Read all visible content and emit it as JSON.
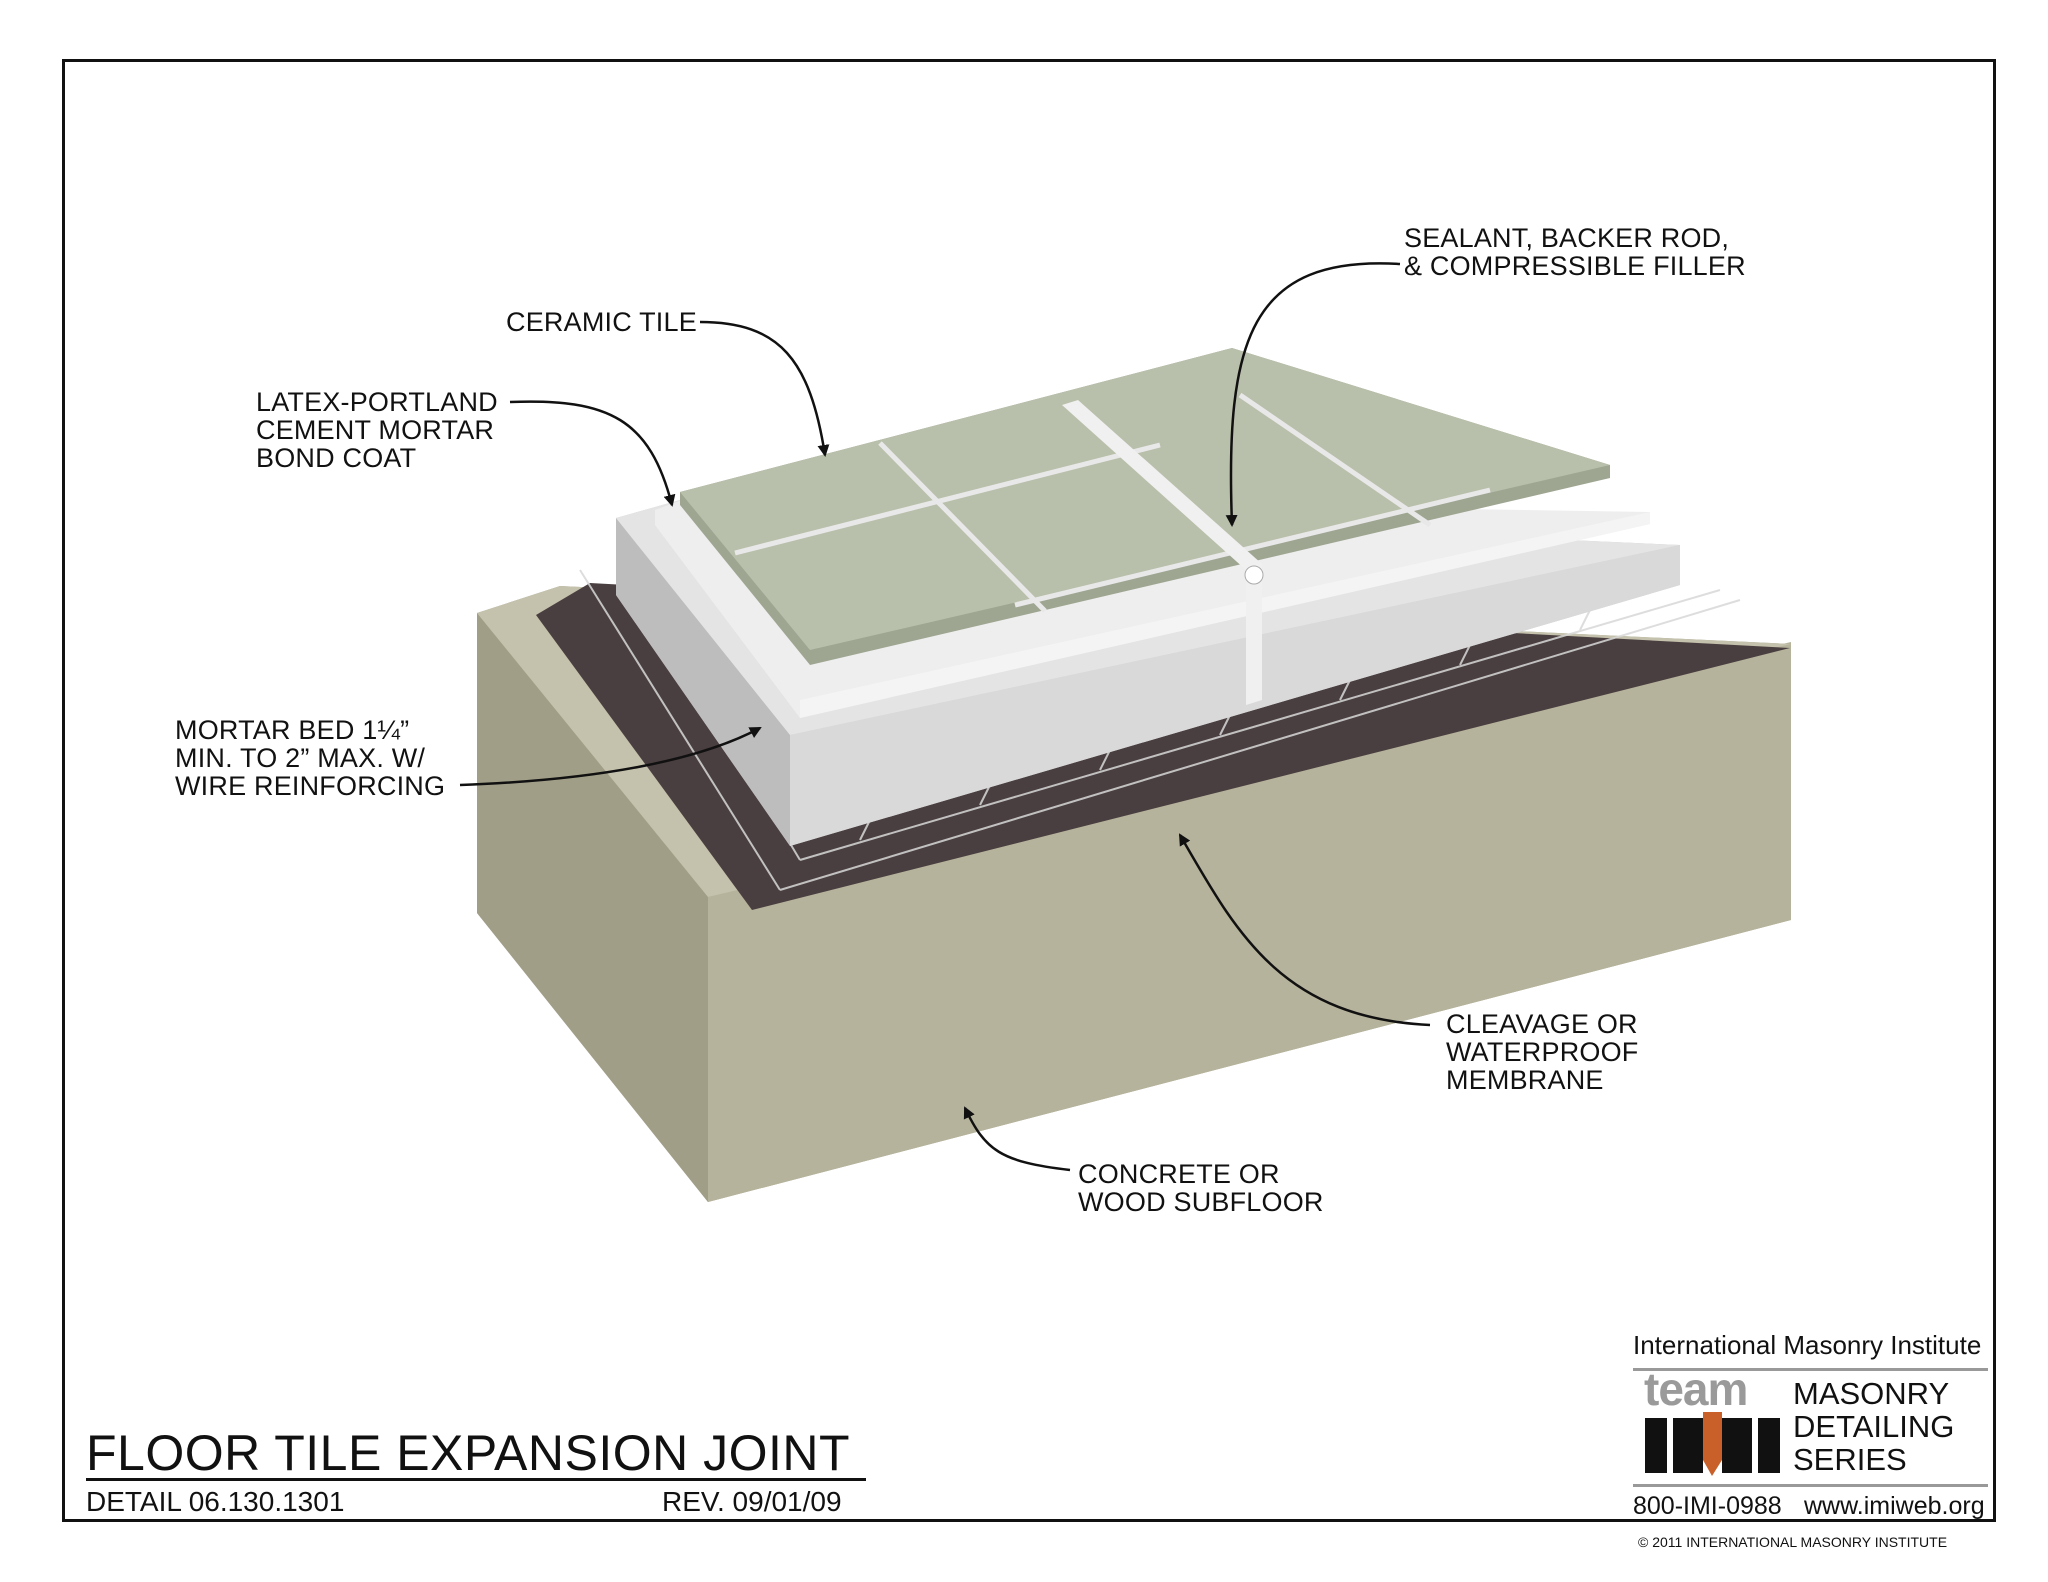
{
  "labels": {
    "ceramic_tile": "CERAMIC TILE",
    "sealant": "SEALANT, BACKER ROD,\n& COMPRESSIBLE FILLER",
    "bond_coat": "LATEX-PORTLAND\nCEMENT MORTAR\nBOND COAT",
    "mortar_bed": "MORTAR BED 1¼”\nMIN. TO 2” MAX. W/\nWIRE REINFORCING",
    "membrane": "CLEAVAGE OR\nWATERPROOF\nMEMBRANE",
    "subfloor": "CONCRETE OR\nWOOD SUBFLOOR"
  },
  "title_block": {
    "title": "FLOOR TILE EXPANSION JOINT",
    "detail": "DETAIL 06.130.1301",
    "rev": "REV. 09/01/09"
  },
  "logo": {
    "org": "International Masonry Institute",
    "team": "team",
    "series": "MASONRY\nDETAILING\nSERIES",
    "phone": "800-IMI-0988",
    "web": "www.imiweb.org",
    "copyright": "© 2011 INTERNATIONAL MASONRY INSTITUTE"
  },
  "colors": {
    "concrete": "#b9b59f",
    "membrane": "#4a3f40",
    "mortar": "#d6d6d6",
    "tile": "#b8bfaa",
    "ink": "#111111",
    "accent": "#c9602a"
  }
}
